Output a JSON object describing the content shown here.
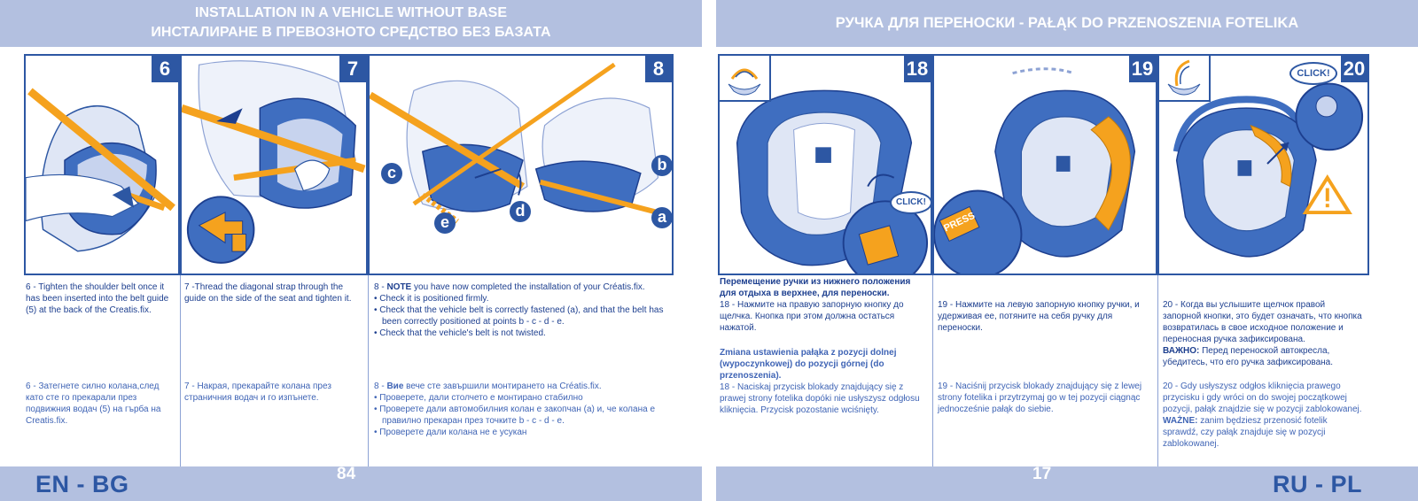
{
  "header_left": {
    "line1": "INSTALLATION IN A VEHICLE WITHOUT BASE",
    "line2": "ИНСТАЛИРАНЕ В ПРЕВОЗНОТО СРЕДСТВО БЕЗ БАЗАТА"
  },
  "header_right": "РУЧКА ДЛЯ ПЕРЕНОСКИ - PAŁĄK DO PRZENOSZENIA FOTELIKA",
  "footer_left": {
    "lang": "EN - BG",
    "page": "84"
  },
  "footer_right": {
    "lang": "RU - PL",
    "page": "17"
  },
  "steps": {
    "s6": "6",
    "s7": "7",
    "s8": "8",
    "s18": "18",
    "s19": "19",
    "s20": "20"
  },
  "callouts": {
    "a": "a",
    "b": "b",
    "c": "c",
    "d": "d",
    "e": "e",
    "click": "CLICK!",
    "press": "PRESS"
  },
  "text": {
    "en6": "6 - Tighten the shoulder belt once it has been inserted into the belt guide (5) at the back of the Creatis.fix.",
    "en7": "7 -Thread the diagonal strap through the guide on the side of the seat and tighten it.",
    "en8_prefix": "8 - ",
    "en8_bold": "NOTE",
    "en8_rest": " you have now completed the installation of your Créatis.fix.",
    "en8_items": [
      "• Check it is positioned firmly.",
      "• Check that the vehicle belt is correctly fastened (a), and that the belt has been correctly positioned at points b - c - d - e.",
      "• Check that the vehicle's belt is not twisted."
    ],
    "bg6": "6 - Затегнете силно колана,след като сте го прекарали през подвижния водач (5) на гърба на Creatis.fix.",
    "bg7": "7 - Накрая, прекарайте колана през страничния водач и го изпънете.",
    "bg8_prefix": "8 - ",
    "bg8_bold": "Вие",
    "bg8_rest": " вече сте завършили монтирането на Créatis.fix.",
    "bg8_items": [
      "• Проверете, дали столчето е монтирано стабилно",
      "• Проверете дали автомобилния колан е закопчан (а) и, че колана е правилно прекаран през точките b - c - d - e.",
      "• Проверете дали колана не е усукан"
    ],
    "ru_title": "Перемещение ручки из нижнего положения для отдыха в верхнее, для переноски.",
    "ru18": "18 - Нажмите на правую запорную кнопку до щелчка. Кнопка при этом должна остаться нажатой.",
    "ru19": "19 - Нажмите на левую запорную кнопку ручки, и удерживая ее, потяните на себя ручку для переноски.",
    "ru20": "20 - Когда вы услышите щелчок правой запорной кнопки, это будет означать, что кнопка возвратилась в свое исходное положение и переносная ручка зафиксирована.",
    "ru20_warn_bold": "ВАЖНО:",
    "ru20_warn": " Перед переноской автокресла, убедитесь, что его ручка зафиксирована.",
    "pl_title": "Zmiana ustawienia pałąka z pozycji dolnej (wypoczynkowej) do pozycji górnej (do przenoszenia).",
    "pl18": "18 - Naciskaj przycisk blokady znajdujący się z prawej strony fotelika dopóki nie usłyszysz odgłosu kliknięcia. Przycisk pozostanie wciśnięty.",
    "pl19": "19 - Naciśnij przycisk blokady znajdujący się z lewej strony fotelika i przytrzymaj go w tej pozycji ciągnąc jednocześnie pałąk do siebie.",
    "pl20": "20 - Gdy usłyszysz odgłos kliknięcia prawego przycisku i gdy wróci on do swojej początkowej pozycji, pałąk znajdzie się w pozycji zablokowanej.",
    "pl20_warn_bold": "WAŻNE:",
    "pl20_warn": " zanim będziesz przenosić fotelik sprawdź, czy pałąk znajduje się w pozycji zablokowanej."
  },
  "colors": {
    "blue": "#2d57a3",
    "light_blue": "#b3c0e0",
    "orange": "#f5a21e"
  }
}
